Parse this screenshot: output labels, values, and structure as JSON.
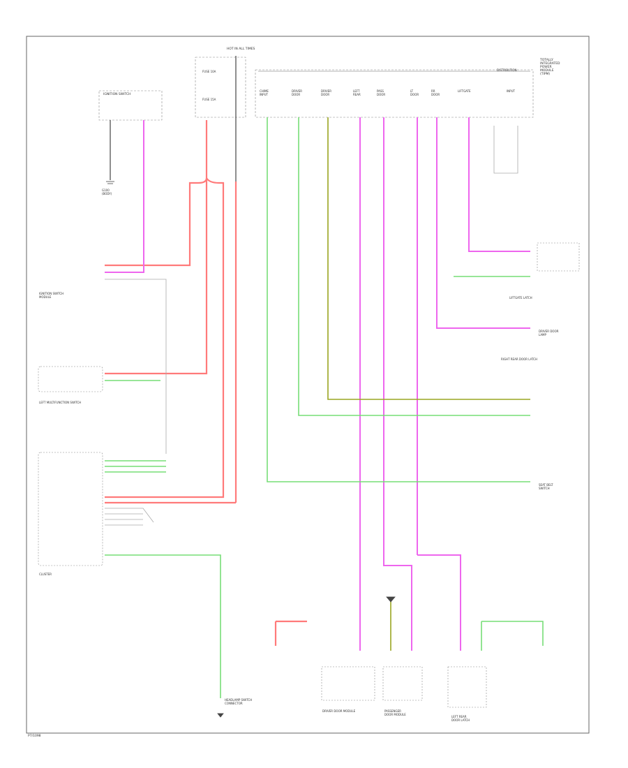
{
  "header": {
    "power_box": "HOT IN\nALL TIMES",
    "fuse_a": "FUSE\n10A",
    "fuse_b": "FUSE\n15A",
    "right_box": "TOTALLY\nINTEGRATED\nPOWER\nMODULE\n(TIPM)",
    "bus_label": "DISTRIBUTION",
    "col_labels": [
      "CHIME\nINPUT",
      "DRIVER\nDOOR",
      "DRIVER\nDOOR",
      "LEFT\nREAR",
      "PASS\nDOOR",
      "LT\nDOOR",
      "RR\nDOOR",
      "LIFTGATE",
      "INPUT"
    ]
  },
  "components": {
    "ignition_switch": "IGNITION SWITCH",
    "g_label": "G100\n(BODY)",
    "ignition_switch_module": "IGNITION SWITCH\nMODULE",
    "left_multifunction_switch": "LEFT MULTIFUNCTION SWITCH",
    "cluster": "CLUSTER",
    "driver_door_lamp": "DRIVER DOOR\nLAMP",
    "right_rear_door_latch": "RIGHT REAR DOOR LATCH",
    "liftgate_latch": "LIFTGATE LATCH",
    "driver_door_module": "DRIVER DOOR MODULE",
    "passenger_door_module": "PASSENGER\nDOOR MODULE",
    "left_rear_door_latch": "LEFT REAR\nDOOR LATCH",
    "headlamp_switch": "HEADLAMP SWITCH\nCONNECTOR",
    "seat_belt": "SEAT BELT\nSWITCH"
  },
  "footer": {
    "code": "P7/1098"
  },
  "colors": {
    "red": "#ff7a7a",
    "pink": "#ee66ee",
    "green": "#77dd77",
    "olive": "#9aa520",
    "gray": "#999999",
    "black": "#444444"
  }
}
